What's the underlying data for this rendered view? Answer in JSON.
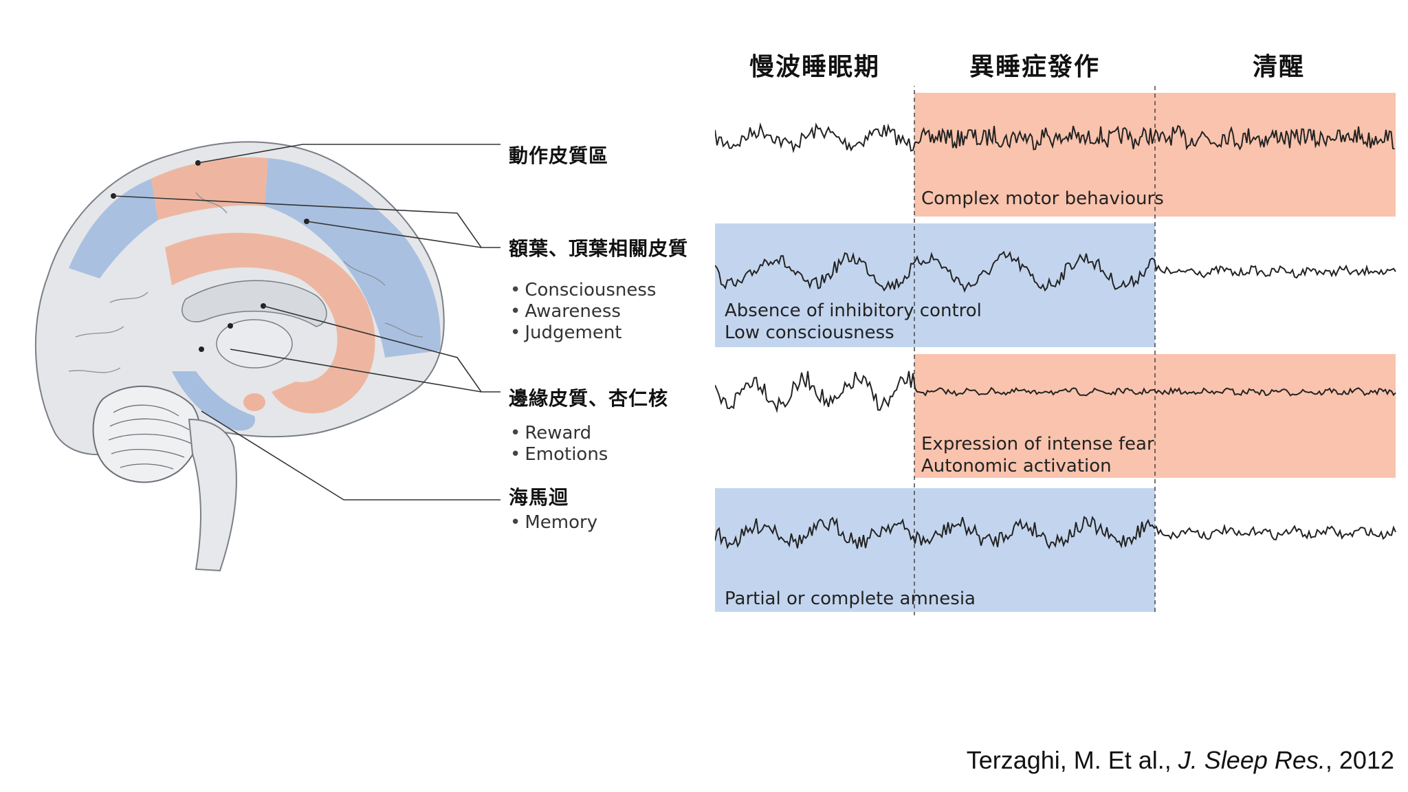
{
  "phases": [
    {
      "id": "sws",
      "label": "慢波睡眠期"
    },
    {
      "id": "parasomnia",
      "label": "異睡症發作"
    },
    {
      "id": "wake",
      "label": "清醒"
    }
  ],
  "regions": [
    {
      "id": "motor",
      "title": "動作皮質區",
      "bullets": []
    },
    {
      "id": "frontoparietal",
      "title": "額葉、頂葉相關皮質",
      "bullets": [
        "Consciousness",
        "Awareness",
        "Judgement"
      ]
    },
    {
      "id": "limbic",
      "title": "邊緣皮質、杏仁核",
      "bullets": [
        "Reward",
        "Emotions"
      ]
    },
    {
      "id": "hippocampus",
      "title": "海馬迴",
      "bullets": [
        "Memory"
      ]
    }
  ],
  "eeg_rows": [
    {
      "id": "motor",
      "label_lines": [
        "Complex motor behaviours"
      ]
    },
    {
      "id": "frontoparietal",
      "label_lines": [
        "Absence of inhibitory control",
        "Low consciousness"
      ]
    },
    {
      "id": "limbic",
      "label_lines": [
        "Expression of intense fear",
        "Autonomic activation"
      ]
    },
    {
      "id": "hippocampus",
      "label_lines": [
        "Partial or complete amnesia"
      ]
    }
  ],
  "citation": {
    "authors": "Terzaghi, M. Et al., ",
    "journal": "J. Sleep Res.",
    "year": ", 2012"
  },
  "colors": {
    "active_orange": "#f9c3ad",
    "inactive_blue": "#c3d5ee",
    "brain_grey": "#e4e6e9",
    "brain_outline": "#7a7e85",
    "brain_blue": "#9fb9de",
    "brain_orange": "#eeb39c",
    "trace": "#222222"
  }
}
